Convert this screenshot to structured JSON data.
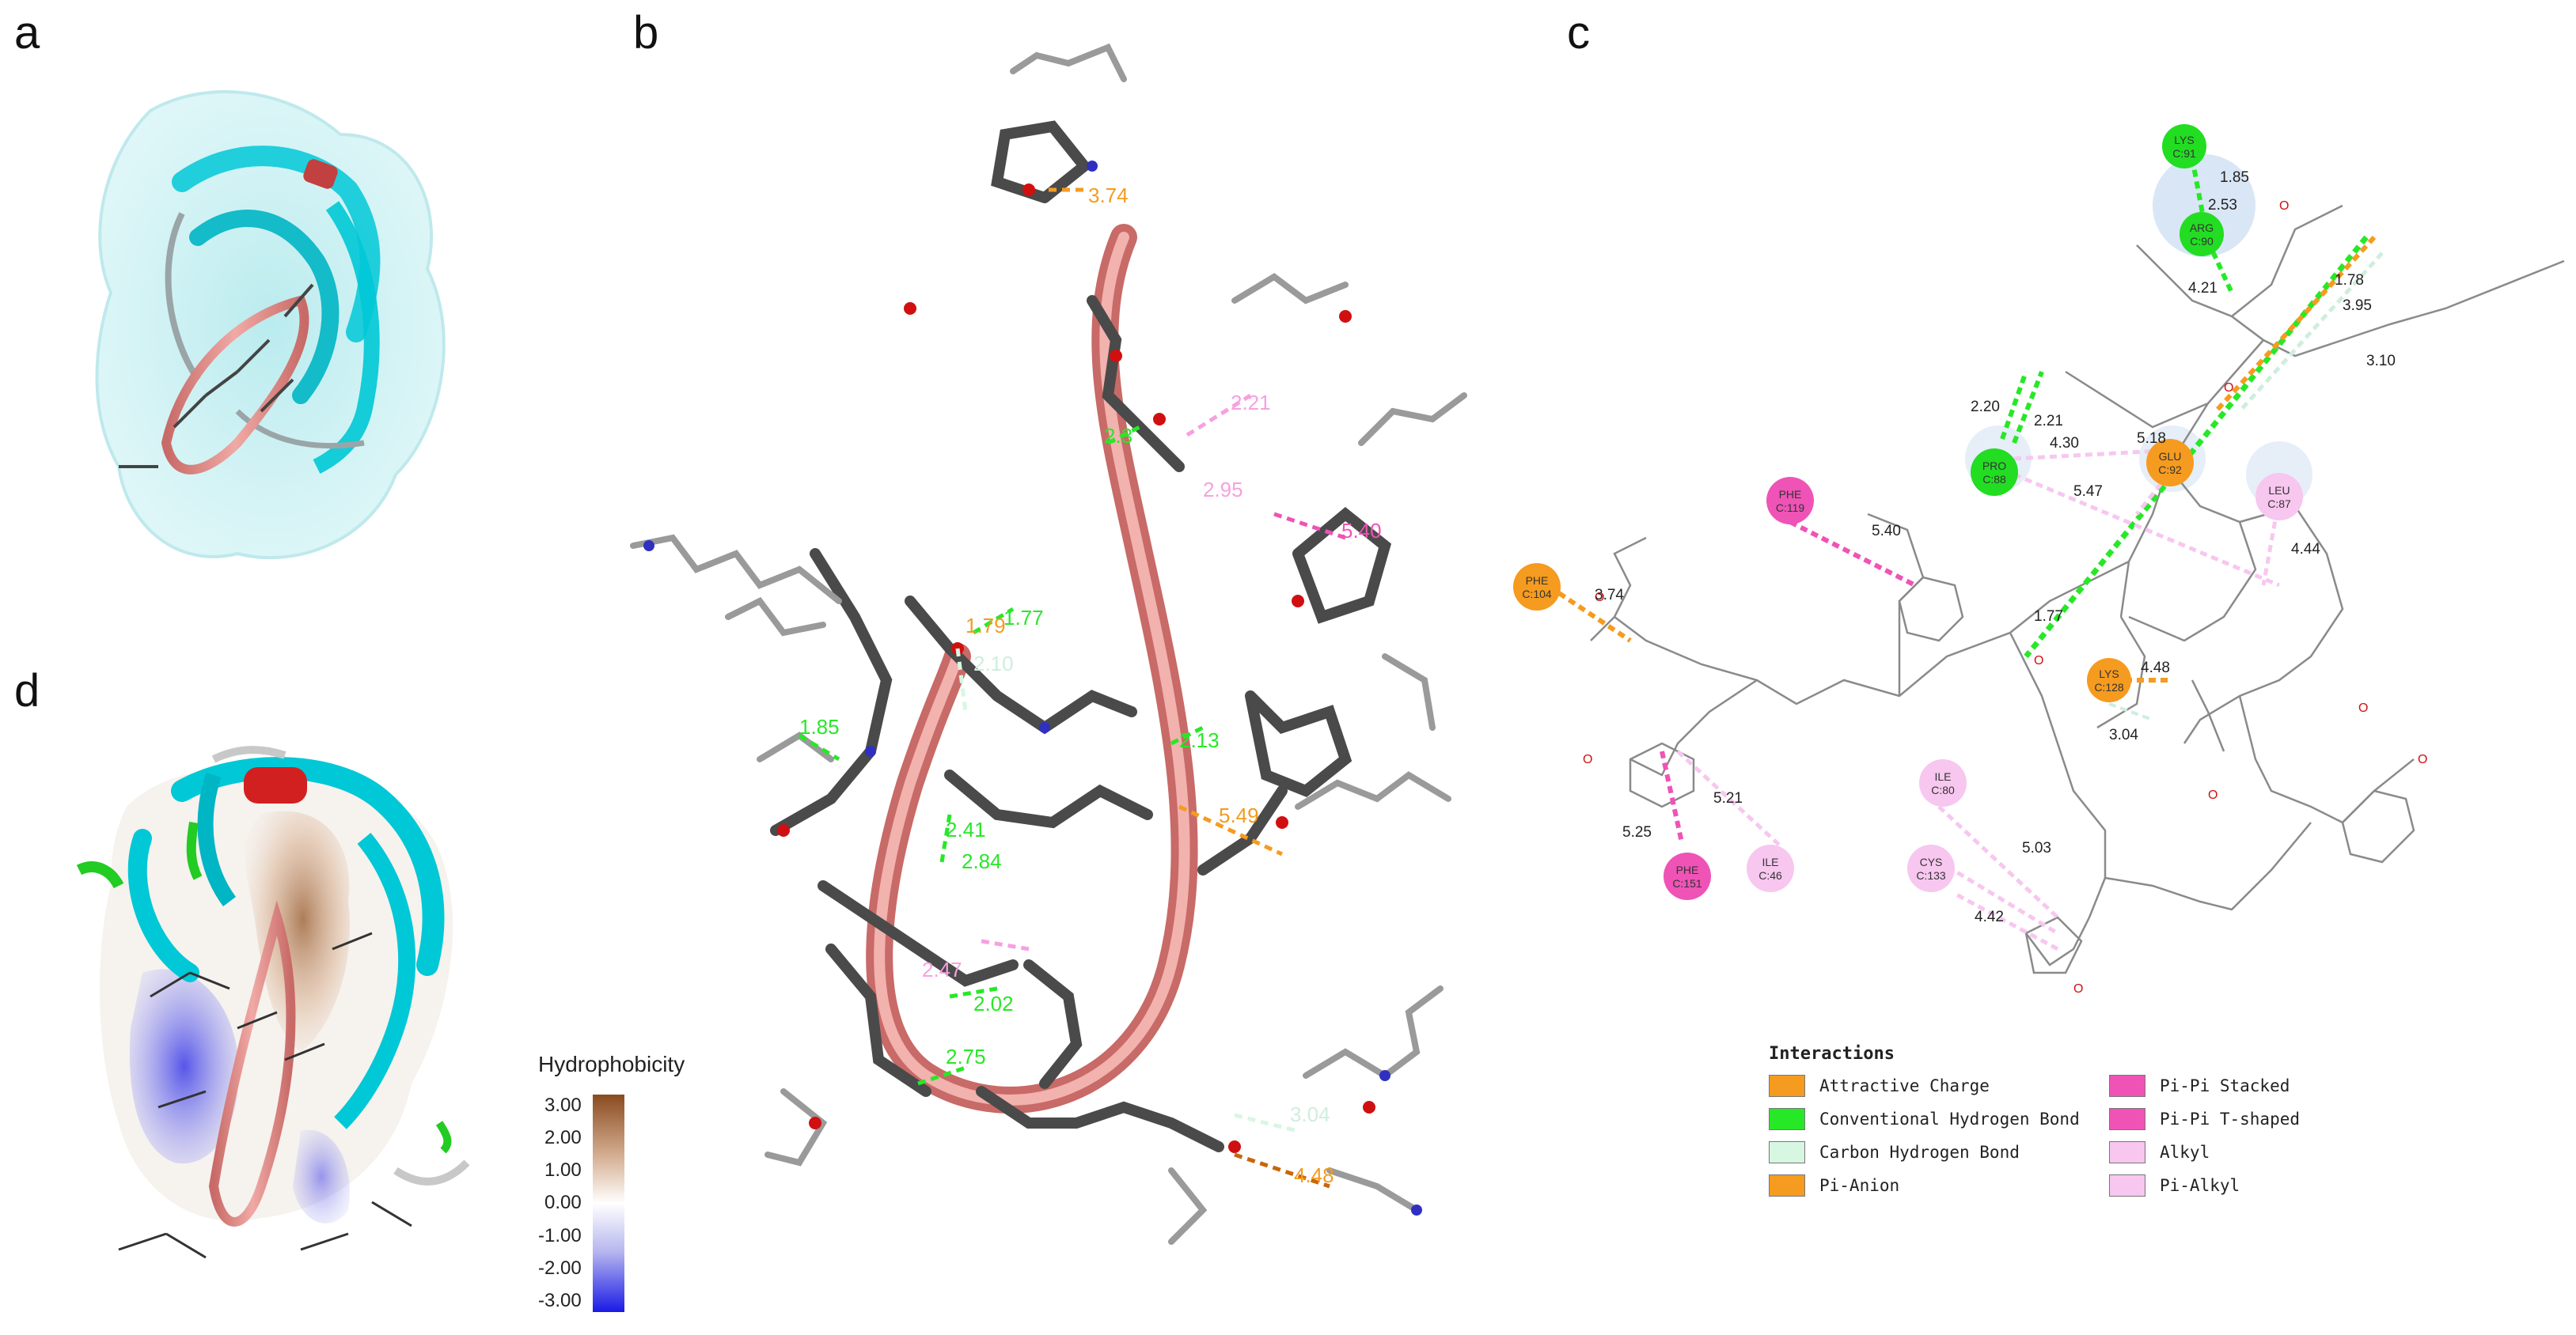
{
  "panels": {
    "a": "a",
    "b": "b",
    "c": "c",
    "d": "d"
  },
  "colors": {
    "attractive_charge": "#f59b1f",
    "conventional_hbond": "#27e827",
    "carbon_hbond": "#d7f7e3",
    "pi_anion": "#f59b1f",
    "pi_pi_stacked": "#ef53b6",
    "pi_pi_tshaped": "#ef53b6",
    "alkyl": "#f7c7ef",
    "pi_alkyl": "#f7c7ef",
    "ribbon": "#e0807d",
    "cyan": "#00c8d6"
  },
  "panel_b": {
    "distances": [
      "3.74",
      "2.21",
      "2.95",
      "2.3",
      "5.40",
      "1.77",
      "1.79",
      "2.10",
      "1.85",
      "2.41",
      "2.84",
      "2.13",
      "5.49",
      "2.02",
      "2.75",
      "2.47",
      "3.04",
      "4.48"
    ]
  },
  "panel_c": {
    "residues": [
      {
        "name": "LYS",
        "chain": "C:91",
        "type": "conventional_hbond"
      },
      {
        "name": "ARG",
        "chain": "C:90",
        "type": "conventional_hbond"
      },
      {
        "name": "PRO",
        "chain": "C:88",
        "type": "conventional_hbond"
      },
      {
        "name": "GLU",
        "chain": "C:92",
        "type": "attractive_charge"
      },
      {
        "name": "LEU",
        "chain": "C:87",
        "type": "alkyl"
      },
      {
        "name": "PHE",
        "chain": "C:119",
        "type": "pi_pi_stacked"
      },
      {
        "name": "PHE",
        "chain": "C:104",
        "type": "attractive_charge"
      },
      {
        "name": "LYS",
        "chain": "C:128",
        "type": "attractive_charge"
      },
      {
        "name": "ILE",
        "chain": "C:80",
        "type": "alkyl"
      },
      {
        "name": "PHE",
        "chain": "C:151",
        "type": "pi_pi_stacked"
      },
      {
        "name": "ILE",
        "chain": "C:46",
        "type": "alkyl"
      },
      {
        "name": "CYS",
        "chain": "C:133",
        "type": "alkyl"
      }
    ],
    "distances": [
      "1.85",
      "2.53",
      "4.21",
      "1.78",
      "3.95",
      "3.10",
      "2.20",
      "2.21",
      "4.30",
      "5.18",
      "5.47",
      "5.40",
      "4.44",
      "3.74",
      "1.77",
      "4.48",
      "3.04",
      "5.21",
      "5.25",
      "5.03",
      "4.42"
    ]
  },
  "legend": {
    "title": "Interactions",
    "items": [
      {
        "label": "Attractive Charge",
        "color": "#f59b1f"
      },
      {
        "label": "Pi-Pi Stacked",
        "color": "#ef53b6"
      },
      {
        "label": "Conventional Hydrogen Bond",
        "color": "#27e827"
      },
      {
        "label": "Pi-Pi T-shaped",
        "color": "#ef53b6"
      },
      {
        "label": "Carbon Hydrogen Bond",
        "color": "#d7f7e3"
      },
      {
        "label": "Alkyl",
        "color": "#f7c7ef"
      },
      {
        "label": "Pi-Anion",
        "color": "#f59b1f"
      },
      {
        "label": "Pi-Alkyl",
        "color": "#f7c7ef"
      }
    ]
  },
  "hydrophobicity": {
    "title": "Hydrophobicity",
    "ticks": [
      "3.00",
      "2.00",
      "1.00",
      "0.00",
      "-1.00",
      "-2.00",
      "-3.00"
    ]
  }
}
